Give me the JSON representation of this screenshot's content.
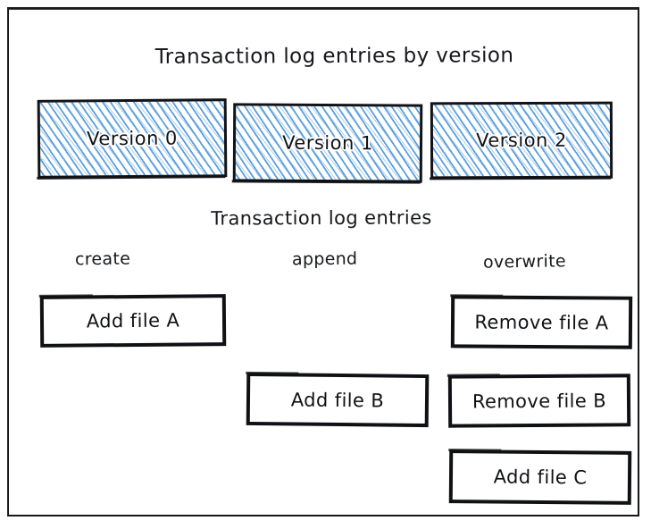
{
  "diagram": {
    "title": "Transaction log entries by version",
    "subtitle": "Transaction log entries",
    "versions": [
      {
        "label": "Version 0"
      },
      {
        "label": "Version 1"
      },
      {
        "label": "Version 2"
      }
    ],
    "columns": [
      {
        "label": "create"
      },
      {
        "label": "append"
      },
      {
        "label": "overwrite"
      }
    ],
    "entries": {
      "create": [
        {
          "label": "Add file A"
        }
      ],
      "append": [
        {
          "label": "Add file B"
        }
      ],
      "overwrite": [
        {
          "label": "Remove file A"
        },
        {
          "label": "Remove file B"
        },
        {
          "label": "Add file C"
        }
      ]
    },
    "colors": {
      "stroke": "#101114",
      "hatch_blue": "#5b9fdd",
      "background": "#ffffff",
      "text": "#111216"
    }
  }
}
